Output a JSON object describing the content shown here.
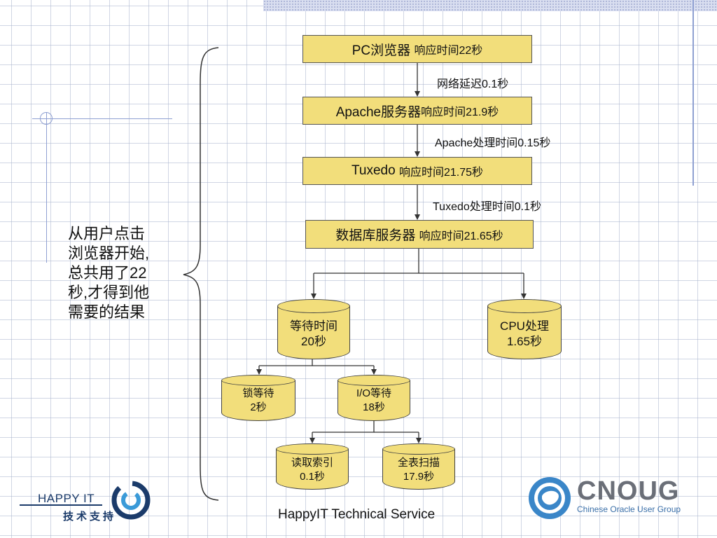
{
  "boxes": {
    "pc": {
      "title": "PC浏览器",
      "detail": "响应时间22秒"
    },
    "apache": {
      "title": "Apache服务器",
      "detail": "响应时间21.9秒"
    },
    "tuxedo": {
      "title": "Tuxedo",
      "detail": "响应时间21.75秒"
    },
    "db": {
      "title": "数据库服务器",
      "detail": "响应时间21.65秒"
    }
  },
  "connectors": {
    "network": "网络延迟0.1秒",
    "apache_proc": "Apache处理时间0.15秒",
    "tuxedo_proc": "Tuxedo处理时间0.1秒"
  },
  "cylinders": {
    "wait": {
      "line1": "等待时间",
      "line2": "20秒"
    },
    "cpu": {
      "line1": "CPU处理",
      "line2": "1.65秒"
    },
    "lock": {
      "line1": "锁等待",
      "line2": "2秒"
    },
    "io": {
      "line1": "I/O等待",
      "line2": "18秒"
    },
    "index": {
      "line1": "读取索引",
      "line2": "0.1秒"
    },
    "fullscan": {
      "line1": "全表扫描",
      "line2": "17.9秒"
    }
  },
  "summary": {
    "lines": [
      "从用户点击",
      "浏览器开始,",
      "总共用了22",
      "秒,才得到他",
      "需要的结果"
    ]
  },
  "footer": {
    "text": "HappyIT Technical Service"
  },
  "logos": {
    "happy_it": {
      "name": "HAPPY IT",
      "cn": "技术支持"
    },
    "cnoug": {
      "word": "CNOUG",
      "tagline": "Chinese Oracle User Group"
    }
  },
  "colors": {
    "box_fill": "#f2de7b",
    "line": "#333333",
    "accent": "#8fa0d2"
  }
}
